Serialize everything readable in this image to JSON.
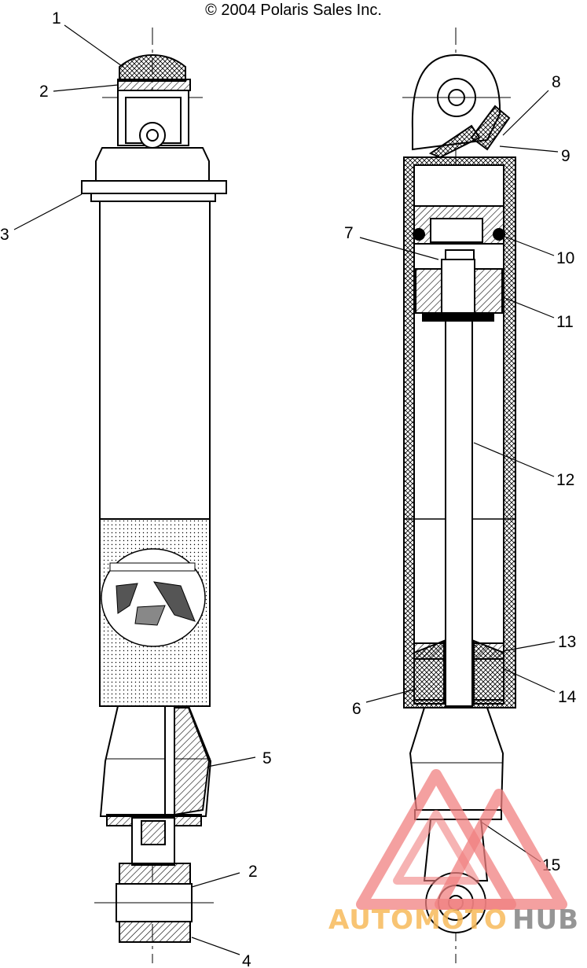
{
  "header": {
    "copyright": "© 2004 Polaris Sales Inc."
  },
  "callouts": {
    "c1": "1",
    "c2a": "2",
    "c3": "3",
    "c2b": "2",
    "c4": "4",
    "c5": "5",
    "c6": "6",
    "c7": "7",
    "c8": "8",
    "c9": "9",
    "c10": "10",
    "c11": "11",
    "c12": "12",
    "c13": "13",
    "c14": "14",
    "c15": "15"
  },
  "watermark": {
    "text_a": "AUTOMOTO",
    "text_b": "HUB",
    "color_red": "#f08080",
    "color_orange": "#f7ba5a"
  }
}
